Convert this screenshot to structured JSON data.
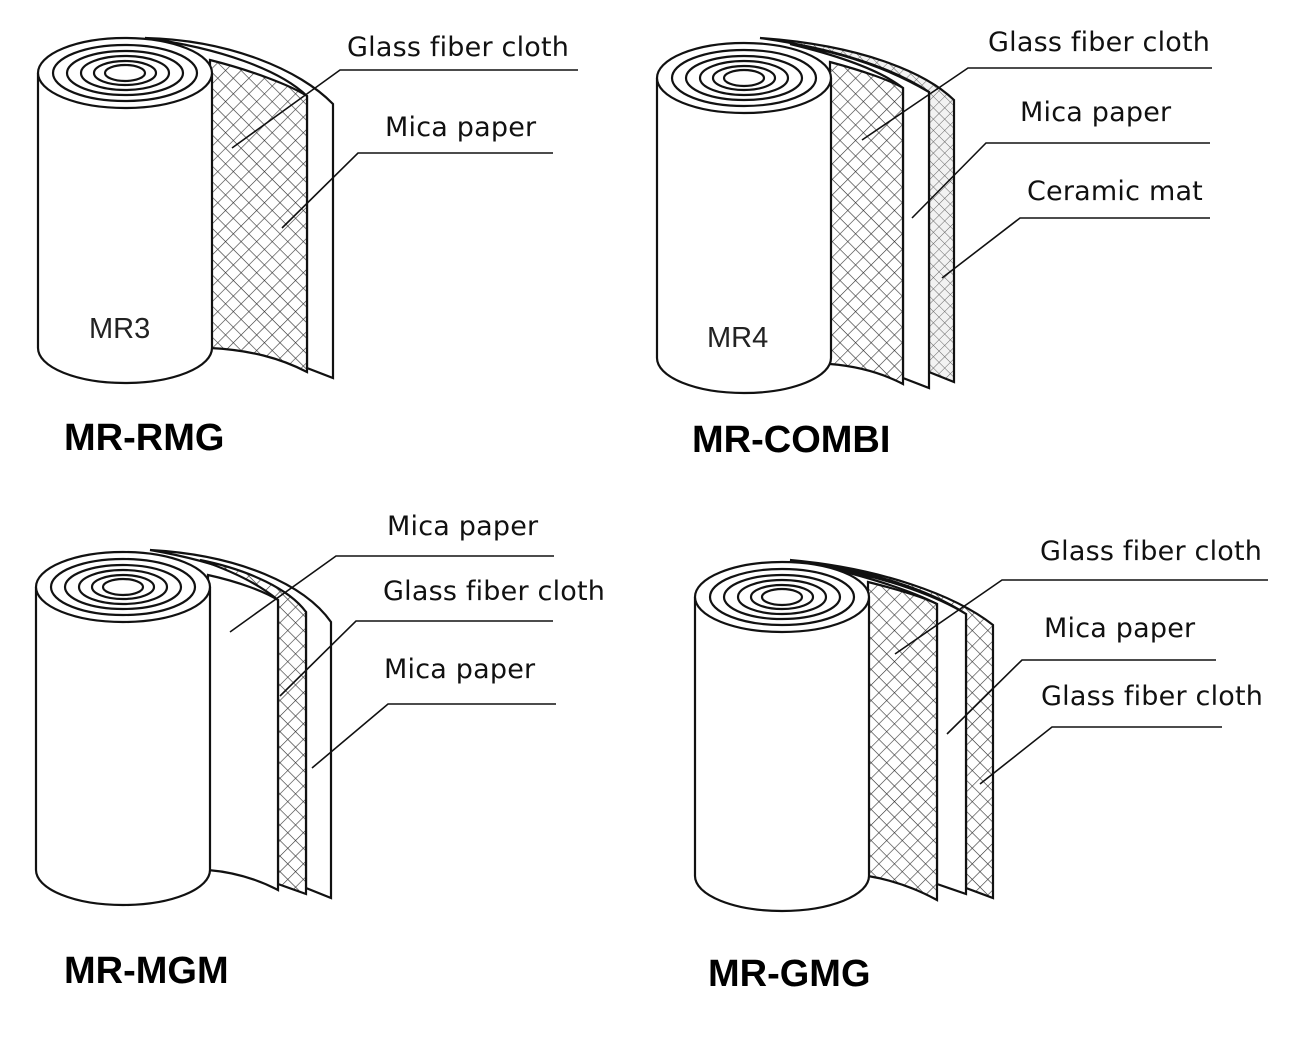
{
  "colors": {
    "stroke": "#111111",
    "mesh": "#333333",
    "background": "#ffffff"
  },
  "diagrams": [
    {
      "name": "MR-RMG",
      "roll_tag": "MR3",
      "labels": [
        "Glass fiber cloth",
        "Mica paper"
      ]
    },
    {
      "name": "MR-COMBI",
      "roll_tag": "MR4",
      "labels": [
        "Glass fiber cloth",
        "Mica paper",
        "Ceramic mat"
      ]
    },
    {
      "name": "MR-MGM",
      "roll_tag": "",
      "labels": [
        "Mica paper",
        "Glass fiber cloth",
        "Mica paper"
      ]
    },
    {
      "name": "MR-GMG",
      "roll_tag": "",
      "labels": [
        "Glass fiber cloth",
        "Mica paper",
        "Glass fiber cloth"
      ]
    }
  ]
}
